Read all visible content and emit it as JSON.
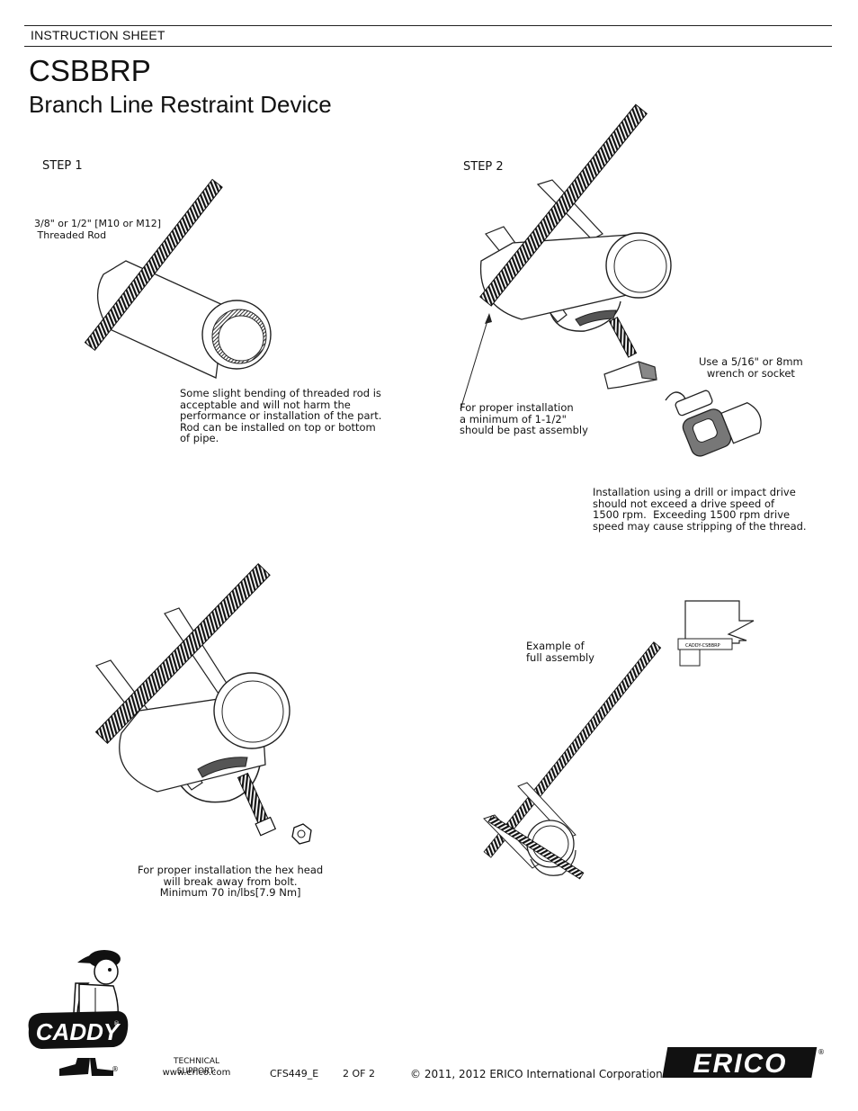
{
  "header": {
    "label": "INSTRUCTION SHEET",
    "title": "CSBBRP",
    "subtitle": "Branch Line Restraint Device"
  },
  "step1": {
    "label": "STEP 1",
    "rod_label": "3/8\" or 1/2\" [M10 or M12]\n Threaded Rod",
    "note": "Some slight bending of threaded rod is\nacceptable and will not harm the\nperformance or installation of the part.\nRod can be installed on top or bottom\nof pipe."
  },
  "step2": {
    "label": "STEP 2",
    "proper_note": "For proper installation\na minimum of 1-1/2\"\nshould be past assembly",
    "wrench_note": "Use a 5/16\" or 8mm\nwrench or socket",
    "drill_note": "Installation using a drill or impact drive\nshould not exceed a drive speed of\n1500 rpm.  Exceeding 1500 rpm drive\nspeed may cause stripping of the thread."
  },
  "step3": {
    "note": "For proper installation the hex head\nwill break away from bolt.\nMinimum 70 in/lbs[7.9 Nm]"
  },
  "step4": {
    "note": "Example of\nfull assembly",
    "tag": "CADDY-CSBBRP"
  },
  "footer": {
    "caddy_logo": "CADDY",
    "registered": "®",
    "tech_support_label": "TECHNICAL SUPPORT:",
    "tech_support_url": "www.erico.com",
    "doc_code": "CFS449_E",
    "page": "2 OF 2",
    "copyright": "© 2011, 2012 ERICO International Corporation",
    "erico_logo": "ERICO",
    "erico_registered": "®"
  }
}
